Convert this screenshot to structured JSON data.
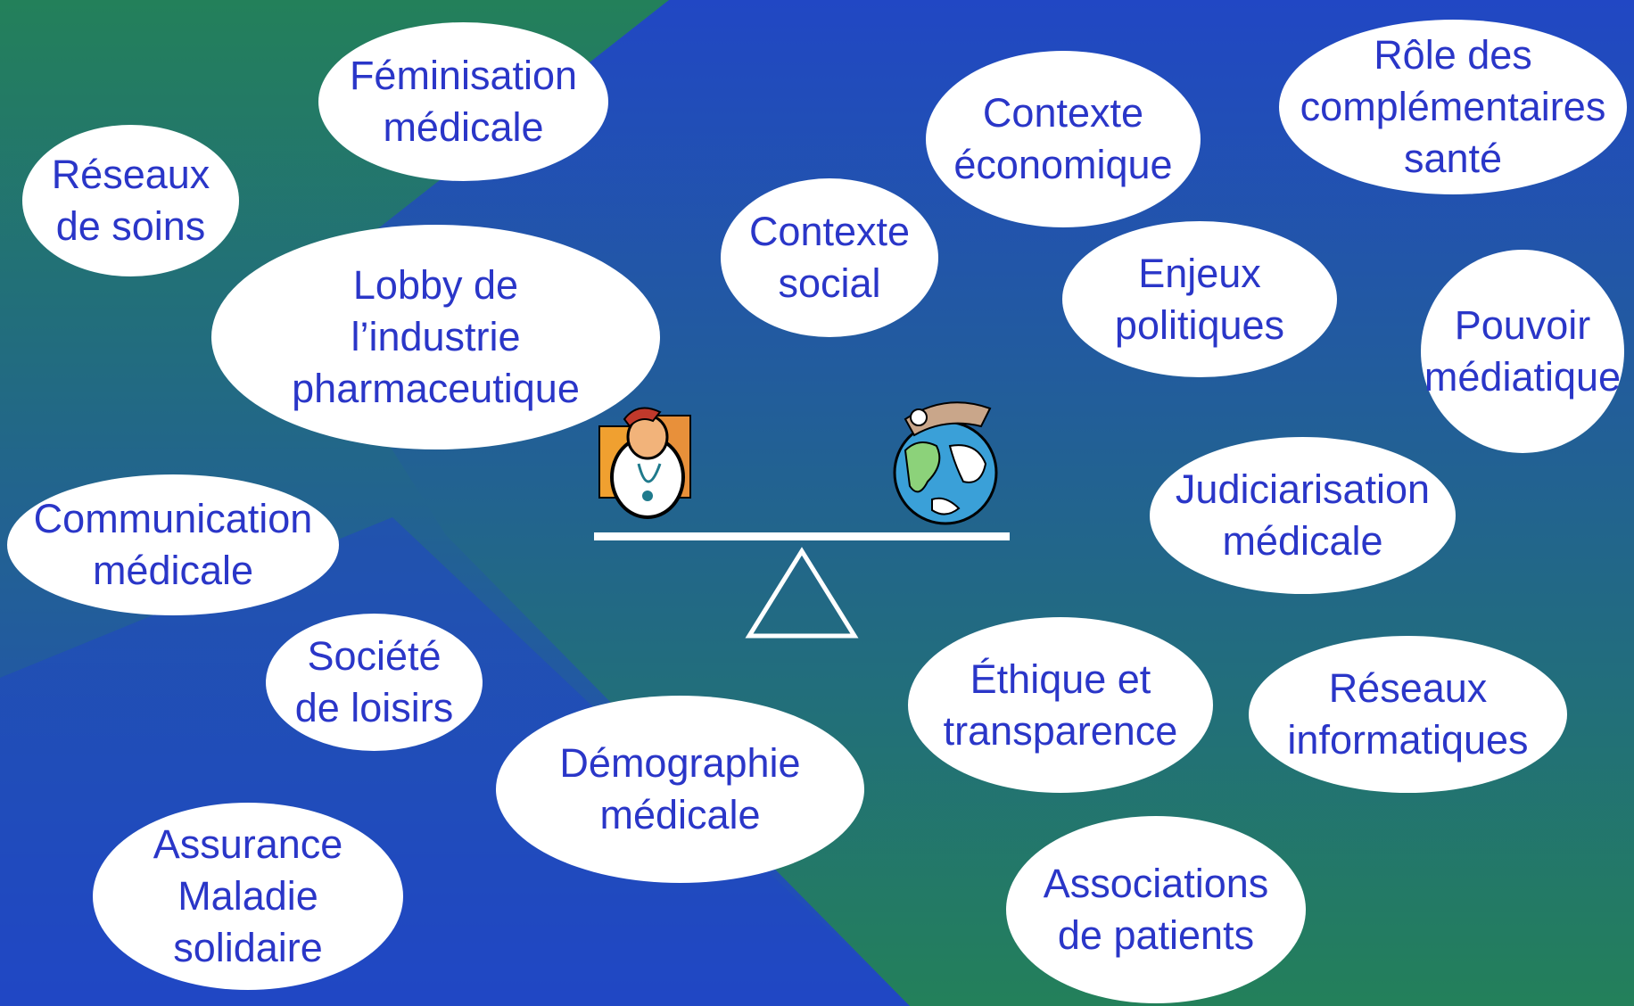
{
  "colors": {
    "blue": "#2147c4",
    "green": "#23805a",
    "bubble_fill": "#ffffff",
    "bubble_text": "#2a36c8"
  },
  "bubbles": {
    "feminisation": "Féminisation\nmédicale",
    "reseaux_soins": "Réseaux\nde soins",
    "lobby": "Lobby de\nl’industrie\npharmaceutique",
    "contexte_social": "Contexte\nsocial",
    "contexte_economique": "Contexte\néconomique",
    "role_complementaires": "Rôle des\ncomplémentaires\nsanté",
    "enjeux_politiques": "Enjeux\npolitiques",
    "pouvoir_mediatique": "Pouvoir\nmédiatique",
    "communication": "Communication\nmédicale",
    "judiciarisation": "Judiciarisation\nmédicale",
    "societe_loisirs": "Société\nde loisirs",
    "ethique": "Éthique et\ntransparence",
    "reseaux_info": "Réseaux\ninformatiques",
    "demographie": "Démographie\nmédicale",
    "assurance": "Assurance\nMaladie\nsolidaire",
    "associations": "Associations\nde patients"
  },
  "icons": {
    "left_pan": "doctor-icon",
    "right_pan": "globe-icon"
  }
}
